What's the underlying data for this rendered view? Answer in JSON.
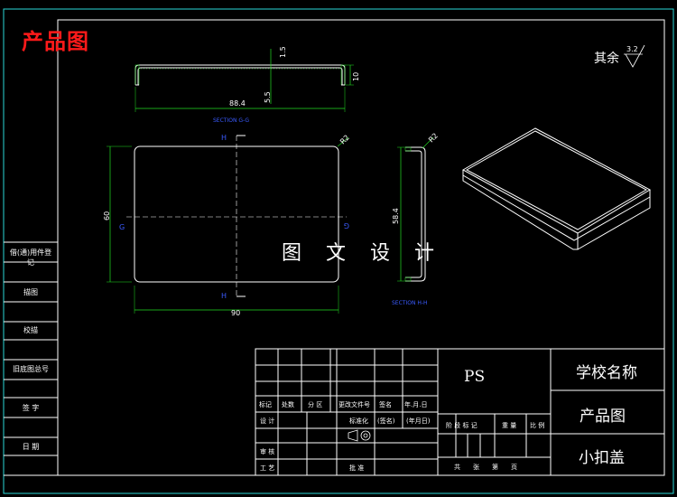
{
  "title": "产品图",
  "watermark": "图 文 设 计",
  "remark": {
    "text": "其余",
    "roughness": "3.2"
  },
  "side_labels": [
    "借(通)用件登记",
    "描图",
    "校描",
    "旧底图总号",
    "签 字",
    "日 期"
  ],
  "section_labels": {
    "top": "SECTION G-G",
    "side": "SECTION H-H"
  },
  "cut_letters": {
    "h": "H",
    "g": "G"
  },
  "dims": {
    "top_thickness": "1.5",
    "top_height": "10",
    "top_inner": "5.5",
    "top_width": "88.4",
    "radius": "R2",
    "front_height": "60",
    "front_width": "90",
    "side_height": "58.4"
  },
  "titleblock": {
    "material": "PS",
    "school": "学校名称",
    "drawing_name": "产品图",
    "part_name": "小扣盖",
    "row_headers": [
      "标记",
      "处数",
      "分 区",
      "更改文件号",
      "签名",
      "年.月.日"
    ],
    "design": "设 计",
    "standardize": "标准化",
    "sign": "(签名)",
    "date": "(年月日)",
    "stage_headers": [
      "阶 段 标 记",
      "重 量",
      "比 例"
    ],
    "review": "审 核",
    "process": "工 艺",
    "approve": "批 准",
    "sheets": "共　　张　　第　　页"
  },
  "colors": {
    "line": "#ffffff",
    "frame": "#2ad8d8",
    "dim": "#22dd22",
    "title": "#ff1a1a",
    "section": "#3a5bff",
    "center": "#ffffff"
  }
}
